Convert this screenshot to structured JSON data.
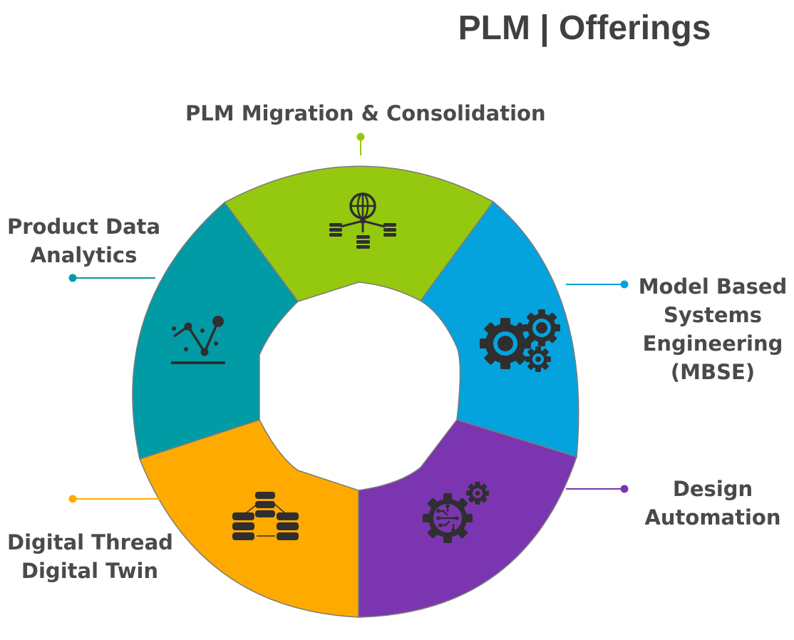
{
  "title": "PLM | Offerings",
  "segments": [
    {
      "id": "migration",
      "label_lines": [
        "PLM Migration & Consolidation"
      ],
      "color": "#95c90f",
      "icon": "globe-database-network-icon"
    },
    {
      "id": "mbse",
      "label_lines": [
        "Model Based",
        "Systems",
        "Engineering",
        "(MBSE)"
      ],
      "color": "#04a3de",
      "icon": "gears-icon"
    },
    {
      "id": "design",
      "label_lines": [
        "Design",
        "Automation"
      ],
      "color": "#7b35b0",
      "icon": "circuit-gear-icon"
    },
    {
      "id": "thread",
      "label_lines": [
        "Digital Thread",
        "Digital Twin"
      ],
      "color": "#ffaa00",
      "icon": "databases-icon"
    },
    {
      "id": "analytics",
      "label_lines": [
        "Product Data",
        "Analytics"
      ],
      "color": "#019ba5",
      "icon": "analytics-chart-icon"
    }
  ],
  "icon_color": "#2f2f2f",
  "outline_color": "#7a7a7a"
}
